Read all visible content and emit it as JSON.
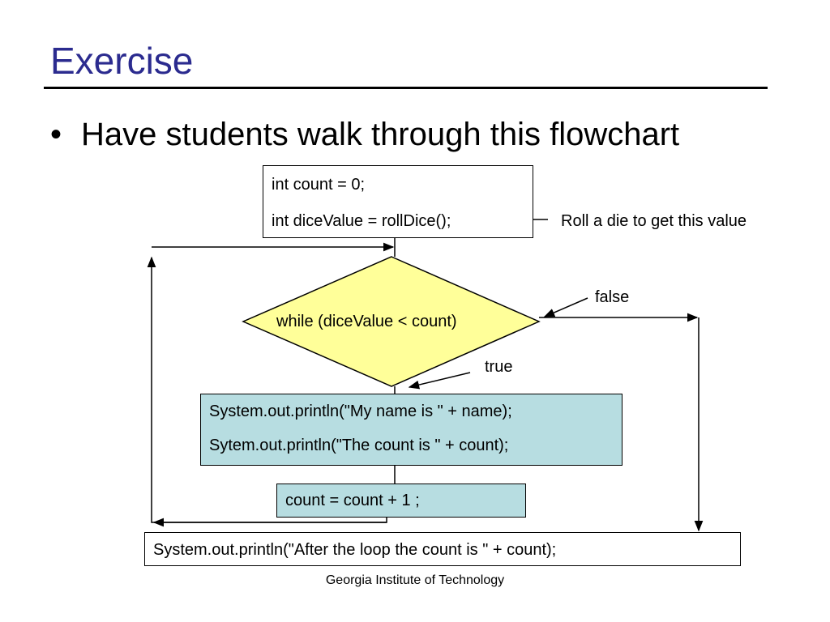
{
  "slide": {
    "title": "Exercise",
    "bullet": "Have students walk through this flowchart",
    "footer": "Georgia Institute of Technology"
  },
  "flowchart": {
    "init_lines": [
      "int count = 0;",
      "int diceValue = rollDice();"
    ],
    "init_note": "Roll a die to get this value",
    "condition": "while (diceValue < count)",
    "false_label": "false",
    "true_label": "true",
    "body_lines": [
      "System.out.println(\"My name is \" + name);",
      "Sytem.out.println(\"The count is \" + count);"
    ],
    "increment": "count = count + 1 ;",
    "after": "System.out.println(\"After the loop the count is \" + count);"
  },
  "colors": {
    "title": "#2b2b8f",
    "diamond_fill": "#ffff99",
    "process_fill": "#b7dde1"
  }
}
